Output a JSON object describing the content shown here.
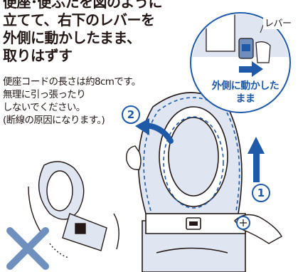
{
  "heading": {
    "lines": [
      "便座･便ふたを図のように",
      "立てて、右下のレバーを",
      "外側に動かしたまま、",
      "取りはずす"
    ]
  },
  "note": {
    "lines": [
      "便座コードの長さは約8cmです。",
      "無理に引っ張ったり",
      "しないでください。",
      "(断線の原因になります。)"
    ]
  },
  "callout": {
    "lever_label": "レバー",
    "move_label": [
      "外側に動かした",
      "まま"
    ]
  },
  "steps": {
    "step1": "1",
    "step2": "2"
  },
  "colors": {
    "accent_blue": "#1f5aa8",
    "pale_blue": "#dfe6f2",
    "dark_line": "#231815"
  },
  "icons": [
    "cross-mark-icon",
    "arrow-right-icon",
    "arrow-up-icon",
    "curved-arrow-icon"
  ]
}
